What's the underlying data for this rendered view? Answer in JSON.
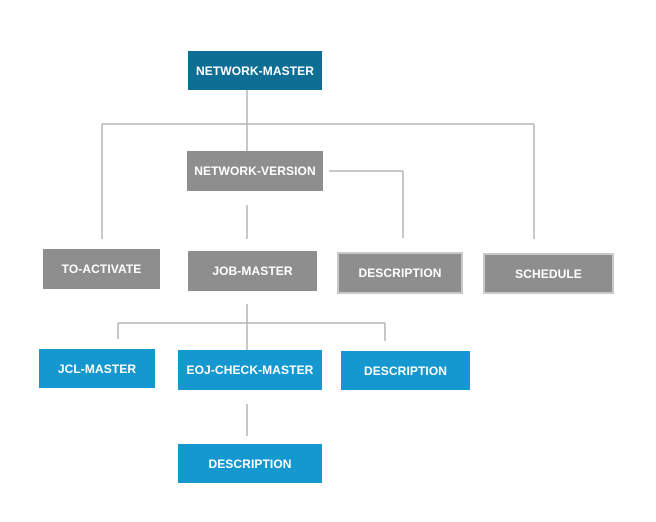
{
  "diagram": {
    "nodes": {
      "network_master": "NETWORK-MASTER",
      "network_version": "NETWORK-VERSION",
      "to_activate": "TO-ACTIVATE",
      "job_master": "JOB-MASTER",
      "description_1": "DESCRIPTION",
      "schedule": "SCHEDULE",
      "jcl_master": "JCL-MASTER",
      "eoj_check_master": "EOJ-CHECK-MASTER",
      "description_2": "DESCRIPTION",
      "description_3": "DESCRIPTION"
    },
    "edges": [
      {
        "from": "network_master",
        "to": "network_version"
      },
      {
        "from": "network_master",
        "to": "to_activate"
      },
      {
        "from": "network_master",
        "to": "schedule"
      },
      {
        "from": "network_version",
        "to": "job_master"
      },
      {
        "from": "network_version",
        "to": "description_1"
      },
      {
        "from": "job_master",
        "to": "jcl_master"
      },
      {
        "from": "job_master",
        "to": "eoj_check_master"
      },
      {
        "from": "job_master",
        "to": "description_2"
      },
      {
        "from": "eoj_check_master",
        "to": "description_3"
      }
    ],
    "colors": {
      "root": "#0f6e94",
      "level_gray": "#8e8e8e",
      "level_blue": "#1498cf",
      "connector": "#b5b5b5",
      "text": "#ffffff"
    }
  }
}
